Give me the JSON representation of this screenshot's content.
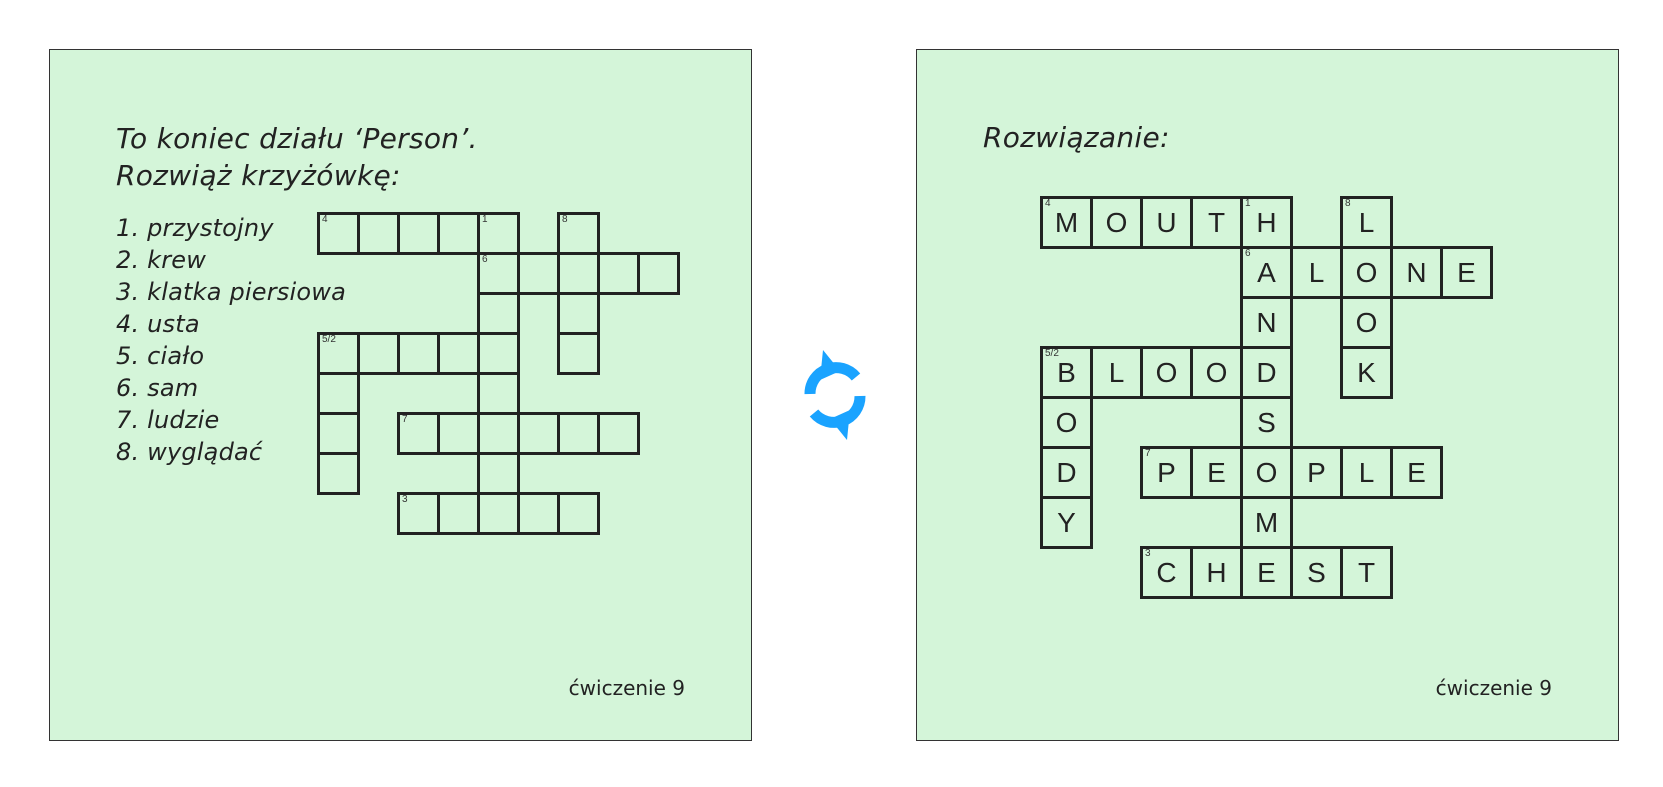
{
  "left_card": {
    "title_line1": "To koniec działu ‘Person’.",
    "title_line2": "Rozwiąż krzyżówkę:",
    "clues": [
      "1. przystojny",
      "2. krew",
      "3. klatka piersiowa",
      "4. usta",
      "5. ciało",
      "6. sam",
      "7. ludzie",
      "8. wyglądać"
    ],
    "footer": "ćwiczenie 9"
  },
  "right_card": {
    "title": "Rozwiązanie:",
    "footer": "ćwiczenie 9"
  },
  "swap_icon": {
    "name": "refresh-icon",
    "color": "#1aa3ff"
  },
  "crossword": {
    "words": [
      {
        "number": "4",
        "answer": "MOUTH",
        "direction": "across",
        "row": 0,
        "col": 0
      },
      {
        "number": "1",
        "answer": "HANDSOME",
        "direction": "down",
        "row": 0,
        "col": 4
      },
      {
        "number": "8",
        "answer": "LOOK",
        "direction": "down",
        "row": 0,
        "col": 6
      },
      {
        "number": "6",
        "answer": "ALONE",
        "direction": "across",
        "row": 1,
        "col": 4
      },
      {
        "number": "5/2",
        "answer": "BLOOD",
        "direction": "across",
        "row": 3,
        "col": 0
      },
      {
        "number": "",
        "answer": "BODY",
        "direction": "down",
        "row": 3,
        "col": 0
      },
      {
        "number": "7",
        "answer": "PEOPLE",
        "direction": "across",
        "row": 5,
        "col": 2
      },
      {
        "number": "3",
        "answer": "CHEST",
        "direction": "across",
        "row": 7,
        "col": 2
      }
    ]
  }
}
